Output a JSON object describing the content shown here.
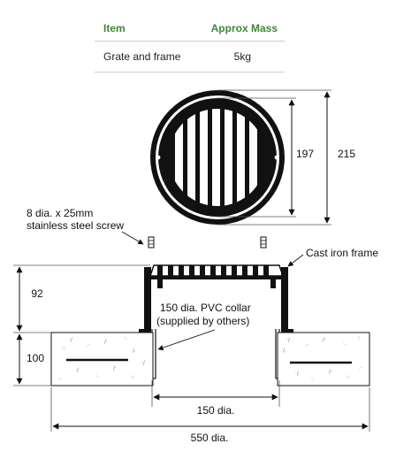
{
  "table": {
    "headers": [
      "Item",
      "Approx Mass"
    ],
    "rows": [
      {
        "item": "Grate and frame",
        "mass": "5kg"
      }
    ]
  },
  "drawing": {
    "screw_label_line1": "8 dia. x 25mm",
    "screw_label_line2": "stainless steel screw",
    "frame_label": "Cast iron frame",
    "collar_label_line1": "150 dia. PVC collar",
    "collar_label_line2": "(supplied by others)",
    "dim_inner": "197",
    "dim_outer": "215",
    "dim_height_top": "92",
    "dim_height_bottom": "100",
    "dim_collar": "150 dia.",
    "dim_overall": "550 dia."
  }
}
